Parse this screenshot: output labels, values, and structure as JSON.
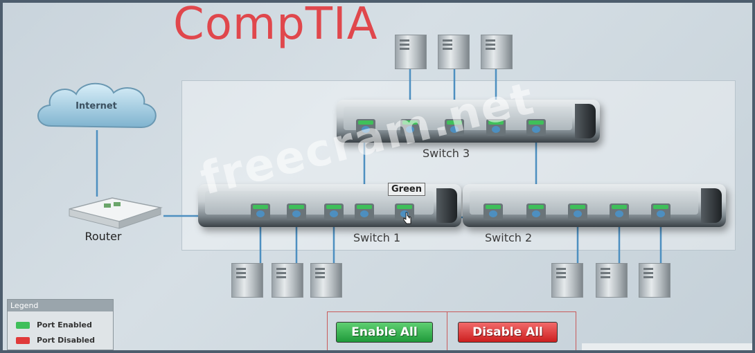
{
  "brand": {
    "logo_text": "CompTIA"
  },
  "watermark": {
    "text": "freecram.net"
  },
  "devices": {
    "internet": {
      "label": "Internet"
    },
    "router": {
      "label": "Router"
    },
    "switch1": {
      "label": "Switch 1",
      "port_count": 5
    },
    "switch2": {
      "label": "Switch 2",
      "port_count": 5
    },
    "switch3": {
      "label": "Switch 3",
      "port_count": 5
    }
  },
  "tooltip": {
    "text": "Green"
  },
  "legend": {
    "title": "Legend",
    "items": [
      {
        "label": "Port Enabled",
        "color": "#3fbf5a"
      },
      {
        "label": "Port Disabled",
        "color": "#e03a3a"
      }
    ]
  },
  "buttons": {
    "enable_all": "Enable All",
    "disable_all": "Disable All"
  },
  "colors": {
    "port_enabled": "#3fbf5a",
    "port_disabled": "#e03a3a",
    "link": "#4d8fc0",
    "brand": "#e0474c"
  }
}
